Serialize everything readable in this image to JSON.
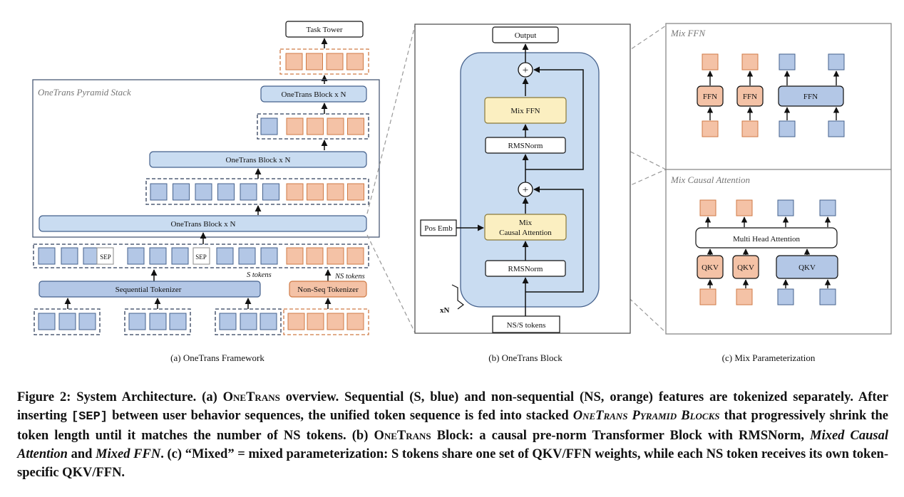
{
  "framework": {
    "task_tower": "Task Tower",
    "stack_title": "OneTrans Pyramid Stack",
    "block_label": "OneTrans Block x N",
    "sep": "SEP",
    "s_tokens": "S tokens",
    "ns_tokens": "NS tokens",
    "seq_tokenizer": "Sequential Tokenizer",
    "nonseq_tokenizer": "Non-Seq Tokenizer",
    "subcaption": "(a) OneTrans Framework"
  },
  "block": {
    "output": "Output",
    "mix_ffn": "Mix FFN",
    "rmsnorm": "RMSNorm",
    "mix_attn_line1": "Mix",
    "mix_attn_line2": "Causal Attention",
    "pos_emb": "Pos Emb",
    "xn": "xN",
    "input": "NS/S tokens",
    "plus": "+",
    "subcaption": "(b) OneTrans Block"
  },
  "param": {
    "ffn_title": "Mix FFN",
    "ffn": "FFN",
    "attn_title": "Mix Causal Attention",
    "mha": "Multi Head Attention",
    "qkv": "QKV",
    "subcaption": "(c) Mix Parameterization"
  },
  "caption": {
    "fig": "Figure 2: System Architecture. (a) ",
    "onetrans": "OneTrans",
    "p1": " overview. Sequential (S, blue) and non-sequential (NS, orange) features are tokenized separately. After inserting ",
    "sep": "[SEP]",
    "p2": " between user behavior sequences, the unified token sequence is fed into stacked ",
    "pyramid": "OneTrans Pyramid Blocks",
    "p3": " that progressively shrink the token length until it matches the number of NS tokens. (b) ",
    "p4": " Block: a causal pre-norm Transformer Block with RMSNorm, ",
    "mca": "Mixed Causal Attention",
    "p5": " and ",
    "mffn": "Mixed FFN",
    "p6": ". (c) “Mixed” = mixed parameterization: S tokens share one set of QKV/FFN weights, while each NS token receives its own token-specific QKV/FFN."
  },
  "colors": {
    "blue_fill": "#b3c7e6",
    "blue_stroke": "#45618c",
    "orange_fill": "#f4c2a6",
    "orange_stroke": "#cf7a45",
    "block_bg": "#c9dcf1",
    "yellow": "#fbefc1",
    "dashed": "#2f3e5a"
  }
}
